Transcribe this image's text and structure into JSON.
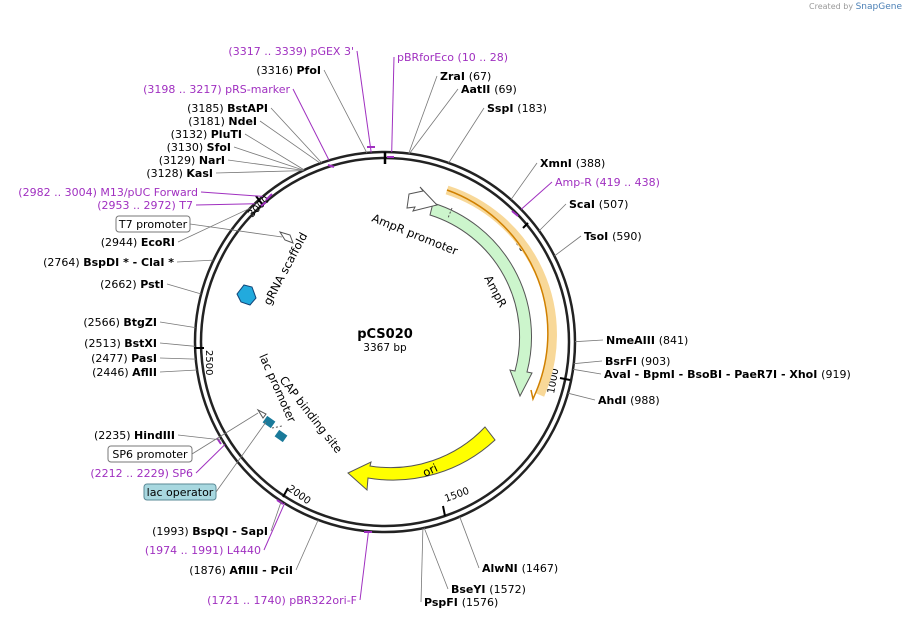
{
  "credit": {
    "prefix": "Created by",
    "brand": "SnapGene"
  },
  "plasmid": {
    "name": "pCS020",
    "size_label": "3367 bp",
    "length": 3367
  },
  "ticks": [
    "500",
    "1000",
    "1500",
    "2000",
    "2500",
    "3000"
  ],
  "sites": [
    {
      "id": "s-zrai",
      "pos": "(67)",
      "name": "ZraI",
      "bp": 67
    },
    {
      "id": "s-aatii",
      "pos": "(69)",
      "name": "AatII",
      "bp": 69
    },
    {
      "id": "s-sspi",
      "pos": "(183)",
      "name": "SspI",
      "bp": 183
    },
    {
      "id": "s-xmni",
      "pos": "(388)",
      "name": "XmnI",
      "bp": 388
    },
    {
      "id": "s-scai",
      "pos": "(507)",
      "name": "ScaI",
      "bp": 507
    },
    {
      "id": "s-tsoi",
      "pos": "(590)",
      "name": "TsoI",
      "bp": 590
    },
    {
      "id": "s-nmeaiii",
      "pos": "(841)",
      "name": "NmeAIII",
      "bp": 841
    },
    {
      "id": "s-bsrfi",
      "pos": "(903)",
      "name": "BsrFI",
      "bp": 903
    },
    {
      "id": "s-ava",
      "pos": "(919)",
      "name": "AvaI  - BpmI  - BsoBI  - PaeR7I  - XhoI",
      "bp": 919
    },
    {
      "id": "s-ahdi",
      "pos": "(988)",
      "name": "AhdI",
      "bp": 988
    },
    {
      "id": "s-alwni",
      "pos": "(1467)",
      "name": "AlwNI",
      "bp": 1467
    },
    {
      "id": "s-bseyi",
      "pos": "(1572)",
      "name": "BseYI",
      "bp": 1572
    },
    {
      "id": "s-pspfi",
      "pos": "(1576)",
      "name": "PspFI",
      "bp": 1576
    },
    {
      "id": "s-afliii",
      "pos": "(1876)",
      "name": "AflIII  - PciI",
      "bp": 1876
    },
    {
      "id": "s-bspqi",
      "pos": "(1993)",
      "name": "BspQI  - SapI",
      "bp": 1993
    },
    {
      "id": "s-hindiii",
      "pos": "(2235)",
      "name": "HindIII",
      "bp": 2235
    },
    {
      "id": "s-aflii",
      "pos": "(2446)",
      "name": "AflII",
      "bp": 2446
    },
    {
      "id": "s-pasi",
      "pos": "(2477)",
      "name": "PasI",
      "bp": 2477
    },
    {
      "id": "s-bstxi",
      "pos": "(2513)",
      "name": "BstXI",
      "bp": 2513
    },
    {
      "id": "s-btgzi",
      "pos": "(2566)",
      "name": "BtgZI",
      "bp": 2566
    },
    {
      "id": "s-psti",
      "pos": "(2662)",
      "name": "PstI",
      "bp": 2662
    },
    {
      "id": "s-bspdi",
      "pos": "(2764)",
      "name": "BspDI *  - ClaI *",
      "bp": 2764
    },
    {
      "id": "s-ecori",
      "pos": "(2944)",
      "name": "EcoRI",
      "bp": 2944
    },
    {
      "id": "s-kasi",
      "pos": "(3128)",
      "name": "KasI",
      "bp": 3128
    },
    {
      "id": "s-nari",
      "pos": "(3129)",
      "name": "NarI",
      "bp": 3129
    },
    {
      "id": "s-sfoi",
      "pos": "(3130)",
      "name": "SfoI",
      "bp": 3130
    },
    {
      "id": "s-pluti",
      "pos": "(3132)",
      "name": "PluTI",
      "bp": 3132
    },
    {
      "id": "s-ndei",
      "pos": "(3181)",
      "name": "NdeI",
      "bp": 3181
    },
    {
      "id": "s-bstapi",
      "pos": "(3185)",
      "name": "BstAPI",
      "bp": 3185
    },
    {
      "id": "s-pfoi",
      "pos": "(3316)",
      "name": "PfoI",
      "bp": 3316
    }
  ],
  "primers": [
    {
      "id": "p-pbrforeco",
      "pos": "(10 .. 28)",
      "name": "pBRforEco",
      "bp": 19
    },
    {
      "id": "p-ampr",
      "pos": "(419 .. 438)",
      "name": "Amp-R",
      "bp": 428
    },
    {
      "id": "p-pbr322ori",
      "pos": "(1721 .. 1740)",
      "name": "pBR322ori-F",
      "bp": 1730
    },
    {
      "id": "p-l4440",
      "pos": "(1974 .. 1991)",
      "name": "L4440",
      "bp": 1982
    },
    {
      "id": "p-sp6",
      "pos": "(2212 .. 2229)",
      "name": "SP6",
      "bp": 2220
    },
    {
      "id": "p-t7",
      "pos": "(2953 .. 2972)",
      "name": "T7",
      "bp": 2962
    },
    {
      "id": "p-m13",
      "pos": "(2982 .. 3004)",
      "name": "M13/pUC Forward",
      "bp": 2993
    },
    {
      "id": "p-prs",
      "pos": "(3198 .. 3217)",
      "name": "pRS-marker",
      "bp": 3207
    },
    {
      "id": "p-pgex",
      "pos": "(3317 .. 3339)",
      "name": "pGEX 3'",
      "bp": 3328
    }
  ],
  "boxed_features": [
    {
      "id": "b-t7",
      "name": "T7 promoter"
    },
    {
      "id": "b-sp6",
      "name": "SP6 promoter"
    },
    {
      "id": "b-lacop",
      "name": "lac operator"
    }
  ],
  "features": {
    "ampr_promoter": "AmpR promoter",
    "ampr": "AmpR",
    "ori": "ori",
    "grna": "gRNA scaffold",
    "cap": "CAP binding site",
    "lac": "lac promoter"
  },
  "colors": {
    "primer": "#a030c0",
    "ampr_fill": "#ccf5cc",
    "ori_fill": "#ffff00",
    "grna_fill": "#22aadd",
    "lacop_fill": "#a8d8e0",
    "ampr_primer_highlight": "#f8d898"
  }
}
